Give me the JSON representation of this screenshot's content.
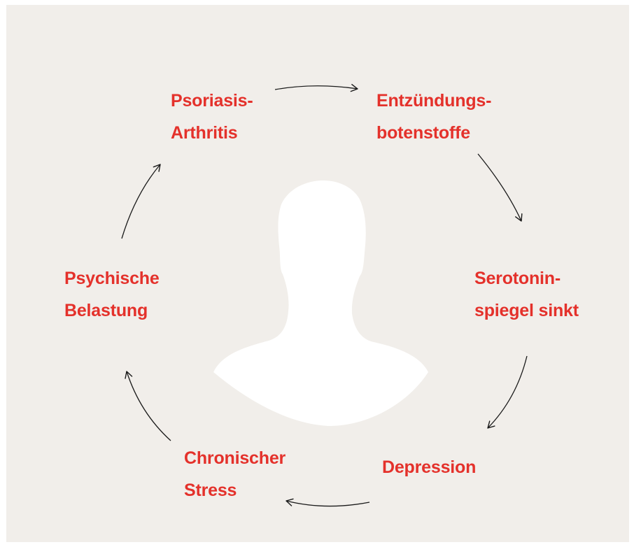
{
  "diagram": {
    "nodes": [
      {
        "id": "psoriasis",
        "lines": [
          "Psoriasis-",
          "Arthritis"
        ]
      },
      {
        "id": "entzuendung",
        "lines": [
          "Entzündungs-",
          "botenstoffe"
        ]
      },
      {
        "id": "serotonin",
        "lines": [
          "Serotonin-",
          "spiegel sinkt"
        ]
      },
      {
        "id": "depression",
        "lines": [
          "Depression"
        ]
      },
      {
        "id": "stress",
        "lines": [
          "Chronischer",
          "Stress"
        ]
      },
      {
        "id": "belastung",
        "lines": [
          "Psychische",
          "Belastung"
        ]
      }
    ],
    "edges": [
      {
        "from": "psoriasis",
        "to": "entzuendung"
      },
      {
        "from": "entzuendung",
        "to": "serotonin"
      },
      {
        "from": "serotonin",
        "to": "depression"
      },
      {
        "from": "depression",
        "to": "stress"
      },
      {
        "from": "stress",
        "to": "belastung"
      },
      {
        "from": "belastung",
        "to": "psoriasis"
      }
    ],
    "center_icon": "person-silhouette-icon",
    "colors": {
      "background": "#f1eeea",
      "label": "#e4312b",
      "arrow": "#1a1a1a",
      "silhouette": "#ffffff"
    }
  }
}
